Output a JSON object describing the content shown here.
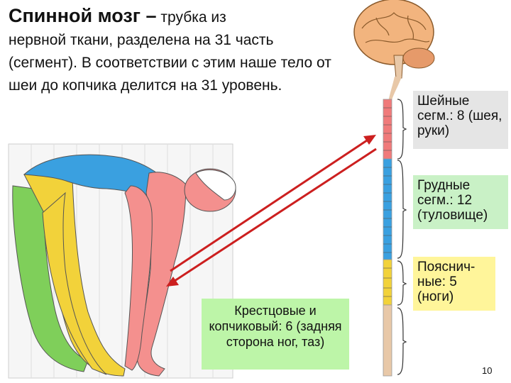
{
  "title": {
    "bold": "Спинной мозг –",
    "rest": " трубка из",
    "body": "нервной ткани, разделена на 31 часть (сегмент). В соответствии с этим наше тело от шеи до копчика делится на 31 уровень."
  },
  "labels": {
    "cervical": "Шейные сегм.: 8 (шея, руки)",
    "thoracic": "Грудные сегм.: 12 (туловище)",
    "lumbar": "Пояснич-ные: 5 (ноги)",
    "sacral": "Крестцовые и копчиковый: 6 (задняя сторона ног, таз)"
  },
  "page_number": "10",
  "colors": {
    "cervical": "#f07a7a",
    "thoracic": "#3aa0e0",
    "lumbar": "#f2d23a",
    "sacral": "#7fcf5a",
    "arrow": "#cc1f1f"
  }
}
